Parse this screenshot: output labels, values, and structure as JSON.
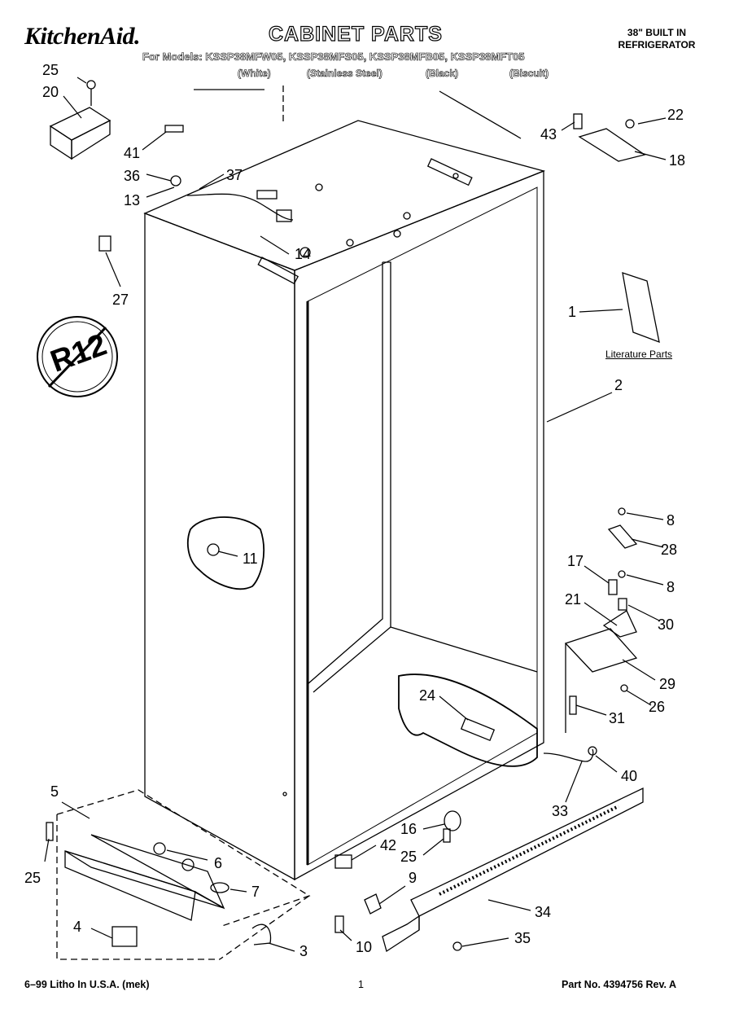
{
  "header": {
    "brand": "KitchenAid.",
    "title": "CABINET PARTS",
    "subtitle_line1": "38\" BUILT IN",
    "subtitle_line2": "REFRIGERATOR",
    "models": "For Models: KSSP38MFW05, KSSP38MFS05, KSSP38MFB05, KSSP38MFT05",
    "colors": [
      "(White)",
      "(Stainless Steel)",
      "(Black)",
      "(Biscuit)"
    ]
  },
  "literature_label": "Literature Parts",
  "r12_label": "R12",
  "callouts": [
    "25",
    "20",
    "41",
    "36",
    "37",
    "13",
    "14",
    "27",
    "43",
    "22",
    "18",
    "1",
    "2",
    "11",
    "8",
    "28",
    "17",
    "8",
    "21",
    "30",
    "29",
    "26",
    "31",
    "24",
    "40",
    "33",
    "5",
    "25",
    "6",
    "42",
    "16",
    "25",
    "7",
    "9",
    "34",
    "4",
    "3",
    "10",
    "35"
  ],
  "footer": {
    "left": "6–99 Litho In U.S.A. (mek)",
    "center": "1",
    "right": "Part No. 4394756 Rev. A"
  }
}
